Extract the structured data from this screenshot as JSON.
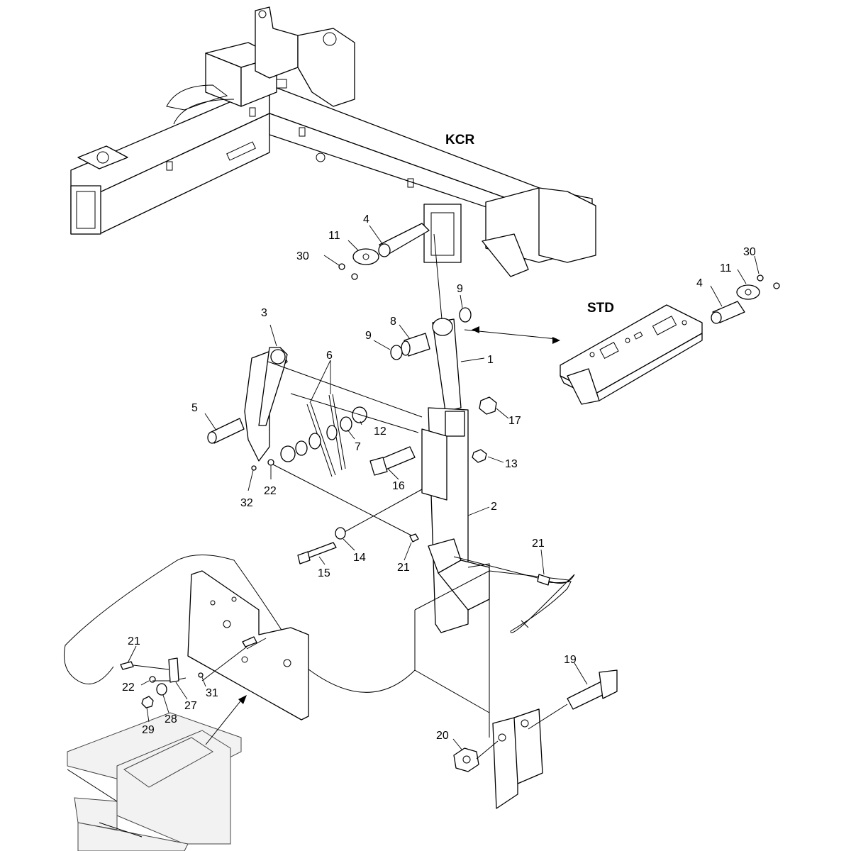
{
  "section_labels": {
    "kcr": "KCR",
    "std": "STD"
  },
  "callouts": [
    {
      "id": "c1",
      "text": "1"
    },
    {
      "id": "c2",
      "text": "2"
    },
    {
      "id": "c3",
      "text": "3"
    },
    {
      "id": "c4a",
      "text": "4"
    },
    {
      "id": "c4b",
      "text": "4"
    },
    {
      "id": "c5",
      "text": "5"
    },
    {
      "id": "c6",
      "text": "6"
    },
    {
      "id": "c7",
      "text": "7"
    },
    {
      "id": "c8",
      "text": "8"
    },
    {
      "id": "c9a",
      "text": "9"
    },
    {
      "id": "c9b",
      "text": "9"
    },
    {
      "id": "c11a",
      "text": "11"
    },
    {
      "id": "c11b",
      "text": "11"
    },
    {
      "id": "c12",
      "text": "12"
    },
    {
      "id": "c13",
      "text": "13"
    },
    {
      "id": "c14",
      "text": "14"
    },
    {
      "id": "c15",
      "text": "15"
    },
    {
      "id": "c16",
      "text": "16"
    },
    {
      "id": "c17",
      "text": "17"
    },
    {
      "id": "c19",
      "text": "19"
    },
    {
      "id": "c20",
      "text": "20"
    },
    {
      "id": "c21a",
      "text": "21"
    },
    {
      "id": "c21b",
      "text": "21"
    },
    {
      "id": "c21c",
      "text": "21"
    },
    {
      "id": "c22a",
      "text": "22"
    },
    {
      "id": "c22b",
      "text": "22"
    },
    {
      "id": "c27",
      "text": "27"
    },
    {
      "id": "c28",
      "text": "28"
    },
    {
      "id": "c29",
      "text": "29"
    },
    {
      "id": "c30a",
      "text": "30"
    },
    {
      "id": "c30b",
      "text": "30"
    },
    {
      "id": "c31",
      "text": "31"
    },
    {
      "id": "c32",
      "text": "32"
    }
  ]
}
